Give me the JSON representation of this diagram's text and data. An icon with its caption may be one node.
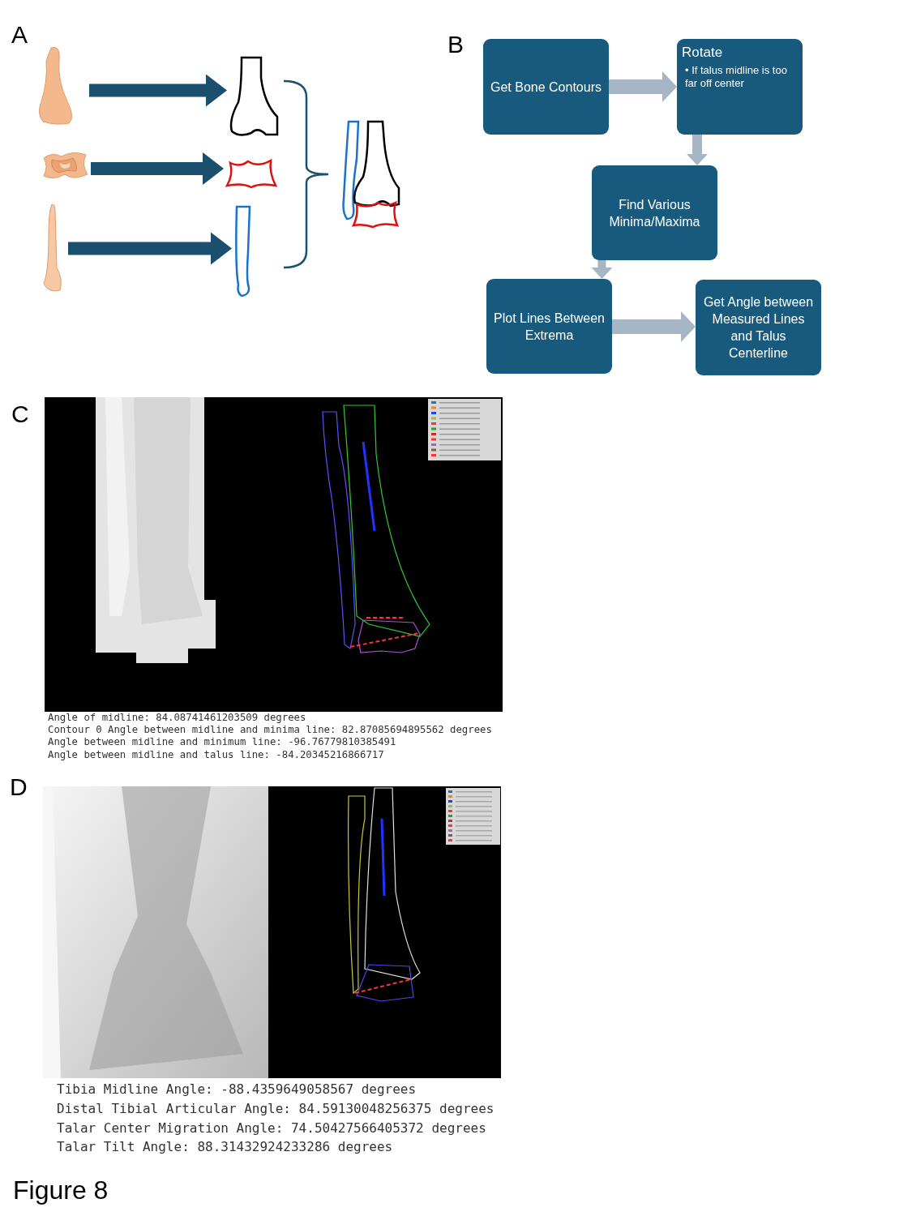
{
  "diagram": {
    "caption": "Figure 8",
    "nodes": [
      {
        "text": [],
        "shape": "picture"
      },
      {
        "text": [],
        "shape": "picture"
      },
      {
        "text": [],
        "shape": "picture"
      },
      {
        "text": [],
        "shape": "picture"
      },
      {
        "text": [],
        "shape": "picture"
      },
      {
        "text": [],
        "shape": "picture"
      },
      {
        "text": [],
        "shape": "picture"
      },
      {
        "text": [
          "Get Bone Contours"
        ]
      },
      {
        "text": [
          "Rotate",
          "• If talus midline is too far off center"
        ]
      },
      {
        "text": [
          "Find Various Minima/Maxima"
        ]
      },
      {
        "text": [
          "Plot Lines Between Extrema"
        ]
      },
      {
        "text": [
          "Get Angle between Measured Lines and Talus Centerline"
        ]
      }
    ],
    "edges": [
      {
        "from": 0,
        "to": 3,
        "arrow": "to",
        "color": "#1b4f6e"
      },
      {
        "from": 1,
        "to": 4,
        "arrow": "to",
        "color": "#1b4f6e"
      },
      {
        "from": 2,
        "to": 5,
        "arrow": "to",
        "color": "#1b4f6e"
      },
      {
        "from": 7,
        "to": 8,
        "arrow": "to"
      },
      {
        "from": 8,
        "to": 9,
        "arrow": "to"
      },
      {
        "from": 9,
        "to": 10,
        "arrow": "to"
      },
      {
        "from": 10,
        "to": 11,
        "arrow": "to"
      }
    ],
    "labels": [
      "A",
      "B",
      "C",
      "Angle of midline: 84.08741461203509 degrees",
      "Contour 0 Angle between midline and minima line: 82.87085694895562 degrees",
      "Angle between midline and minimum line: -96.76779810385491",
      "Angle between midline and talus line: -84.20345216866717",
      "D",
      "Tibia Midline Angle: -88.4359649058567 degrees",
      "Distal Tibial Articular Angle: 84.59130048256375 degrees",
      "Talar Center Migration Angle: 74.50427566405372 degrees",
      "Talar Tilt Angle: 88.31432924233286 degrees"
    ]
  }
}
